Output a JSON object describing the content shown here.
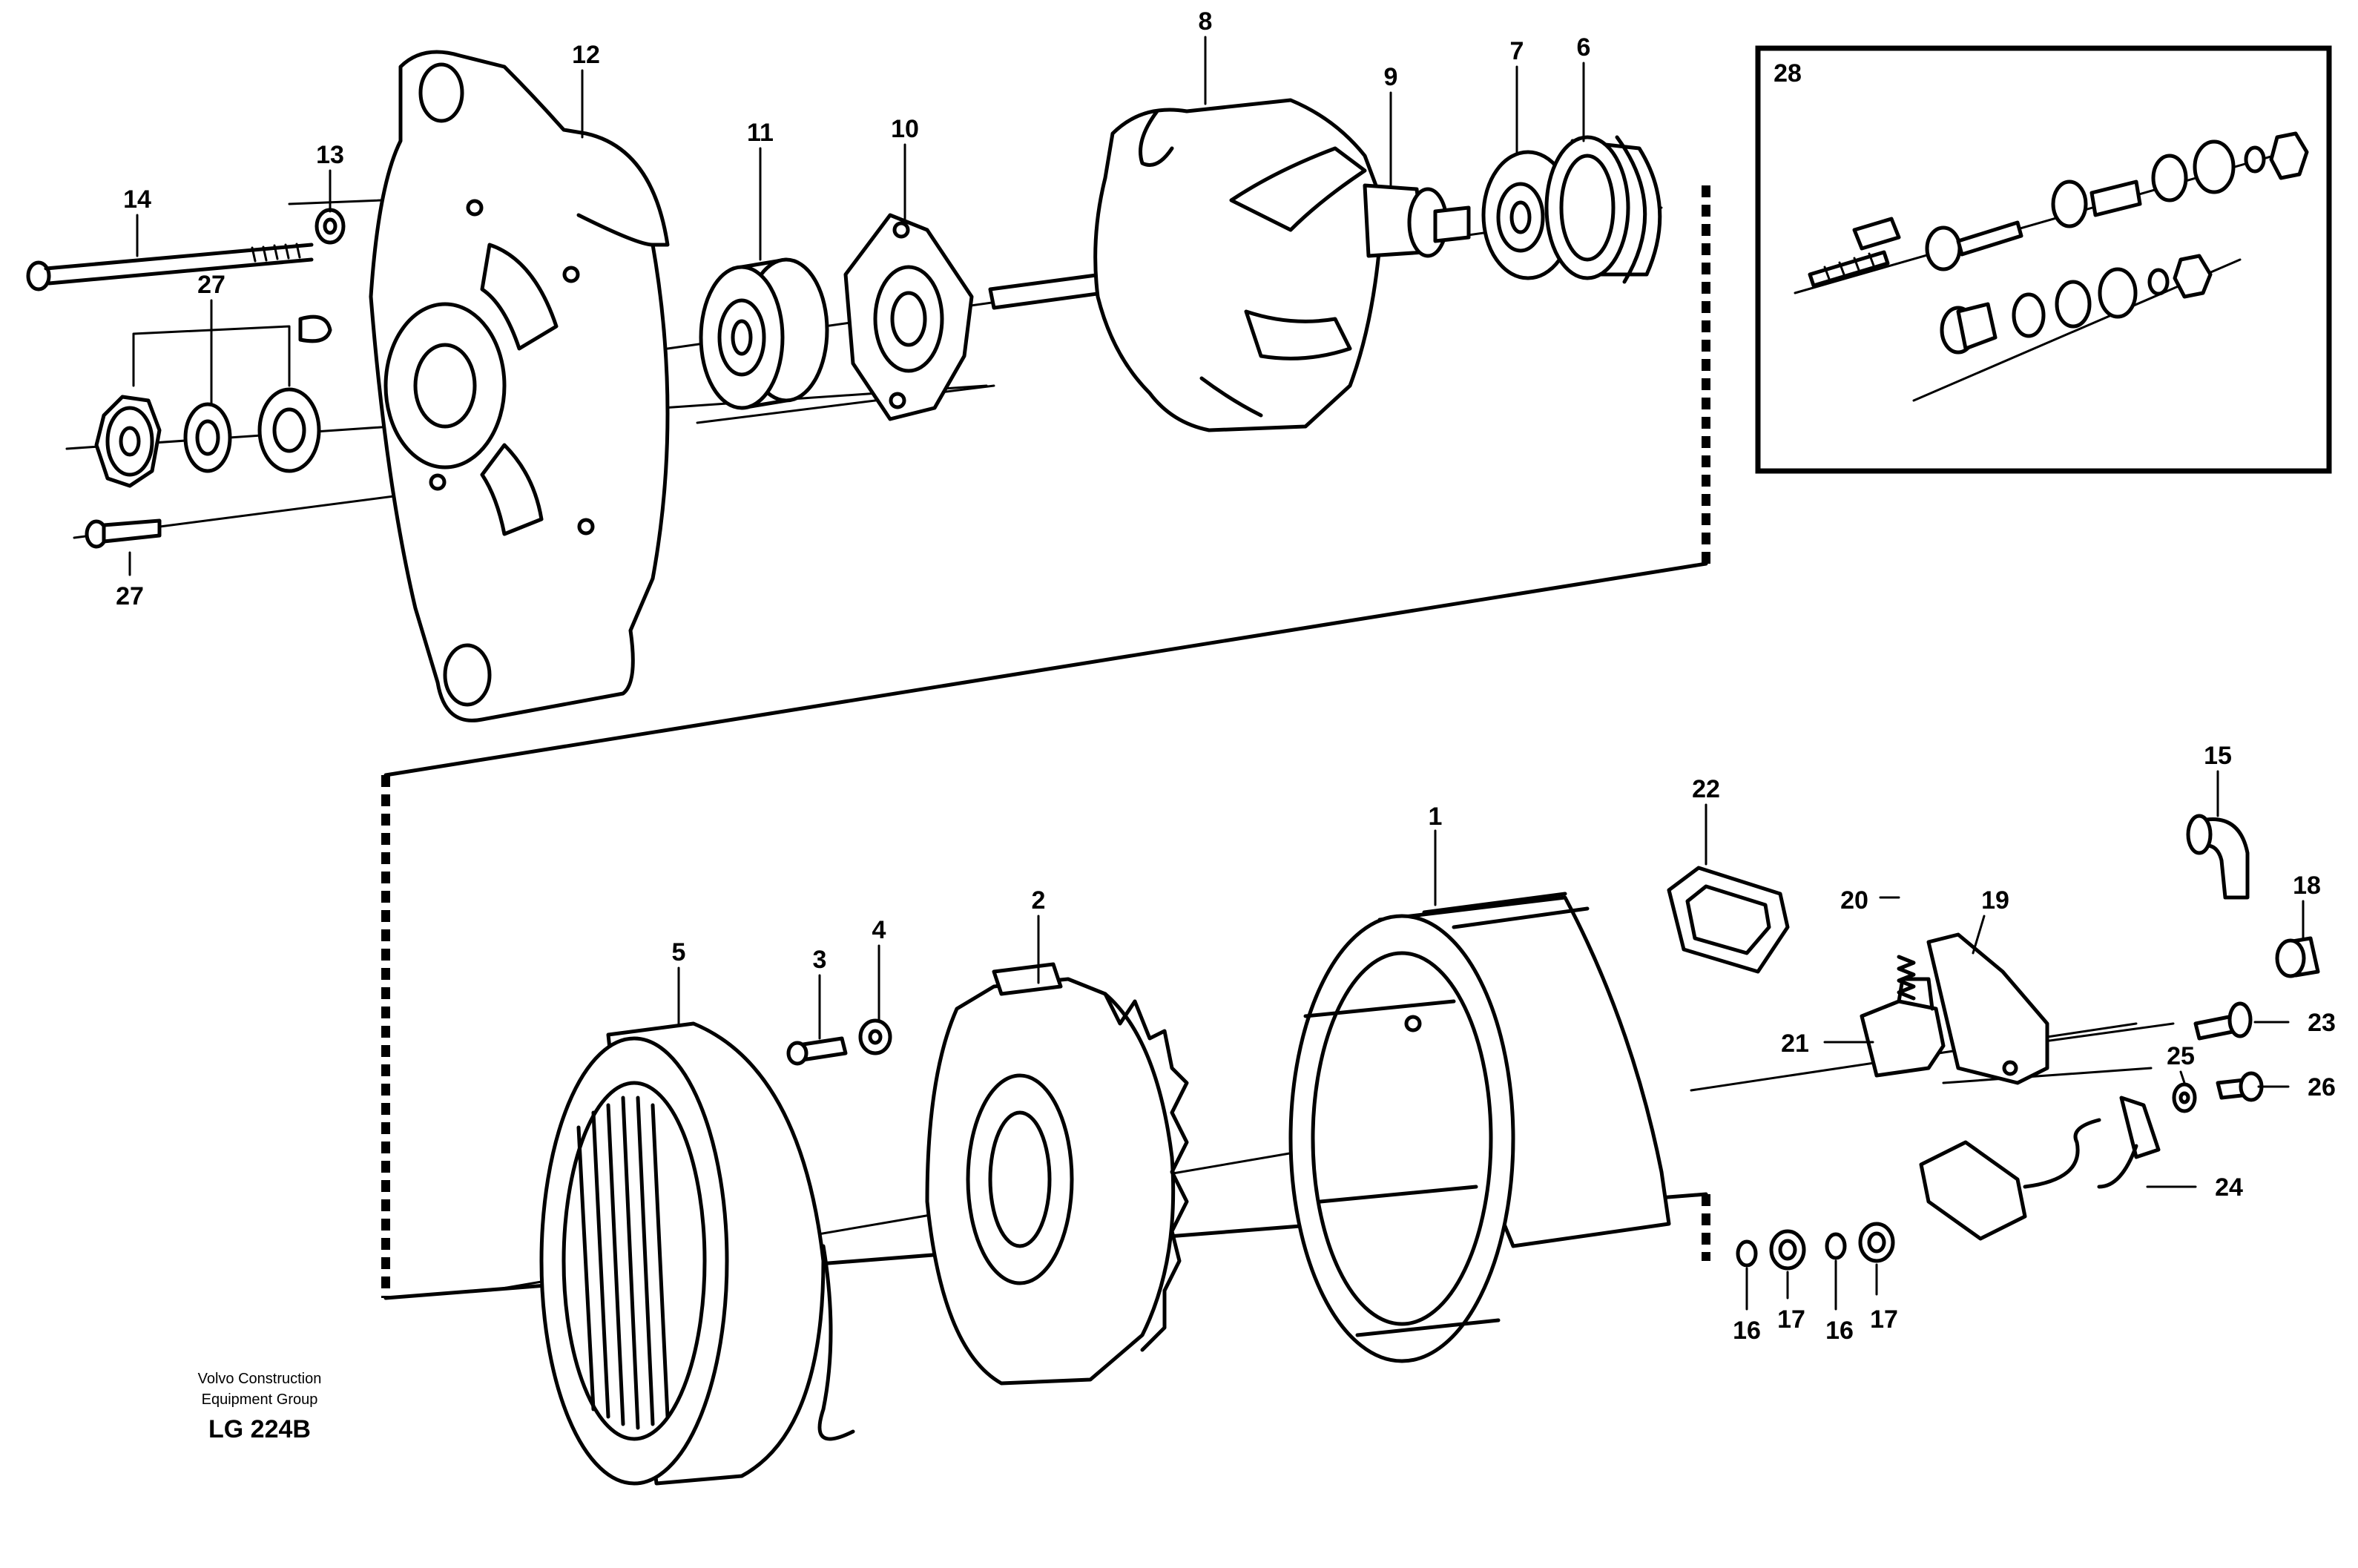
{
  "diagram": {
    "title": "",
    "callouts": {
      "c1": "1",
      "c2": "2",
      "c3": "3",
      "c4": "4",
      "c5": "5",
      "c6": "6",
      "c7": "7",
      "c8": "8",
      "c9": "9",
      "c10": "10",
      "c11": "11",
      "c12": "12",
      "c13": "13",
      "c14": "14",
      "c15": "15",
      "c16a": "16",
      "c16b": "16",
      "c17a": "17",
      "c17b": "17",
      "c18": "18",
      "c19": "19",
      "c20": "20",
      "c21": "21",
      "c22": "22",
      "c23": "23",
      "c24": "24",
      "c25": "25",
      "c26": "26",
      "c27a": "27",
      "c27b": "27",
      "c28": "28"
    },
    "footer": {
      "company_line1": "Volvo Construction",
      "company_line2": "Equipment Group",
      "drawing_code": "LG 224B"
    }
  }
}
